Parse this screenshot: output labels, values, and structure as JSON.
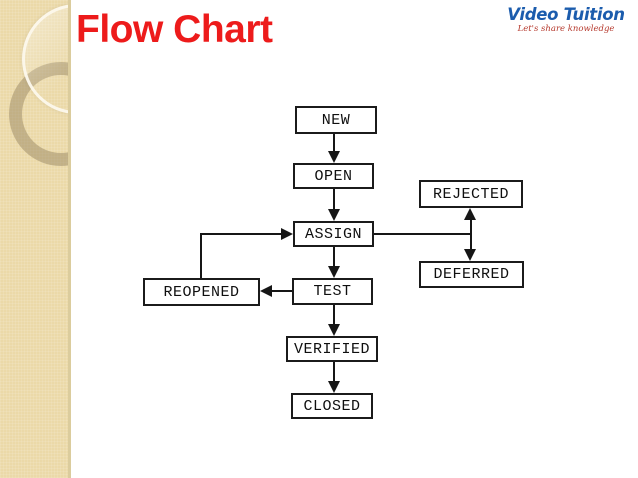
{
  "slide": {
    "title": "Flow Chart",
    "logo": {
      "brand": "Video Tuition",
      "tagline": "Let's share knowledge"
    }
  },
  "colors": {
    "title_red": "#ed1b1b",
    "logo_blue": "#1b5cad",
    "tagline_red": "#b5382c",
    "sidebar_beige": "#ebd9a8",
    "line_black": "#161616",
    "node_bg": "#ffffff",
    "node_border": "#1b1b1b"
  },
  "flowchart": {
    "type": "flowchart",
    "nodes": [
      {
        "id": "new",
        "label": "NEW"
      },
      {
        "id": "open",
        "label": "OPEN"
      },
      {
        "id": "assign",
        "label": "ASSIGN"
      },
      {
        "id": "test",
        "label": "TEST"
      },
      {
        "id": "verified",
        "label": "VERIFIED"
      },
      {
        "id": "closed",
        "label": "CLOSED"
      },
      {
        "id": "rejected",
        "label": "REJECTED"
      },
      {
        "id": "deferred",
        "label": "DEFERRED"
      },
      {
        "id": "reopened",
        "label": "REOPENED"
      }
    ],
    "edges": [
      {
        "from": "NEW",
        "to": "OPEN",
        "style": "arrow-down"
      },
      {
        "from": "OPEN",
        "to": "ASSIGN",
        "style": "arrow-down"
      },
      {
        "from": "ASSIGN",
        "to": "TEST",
        "style": "arrow-down"
      },
      {
        "from": "TEST",
        "to": "VERIFIED",
        "style": "arrow-down"
      },
      {
        "from": "VERIFIED",
        "to": "CLOSED",
        "style": "arrow-down"
      },
      {
        "from": "TEST",
        "to": "REOPENED",
        "style": "arrow-left"
      },
      {
        "from": "REOPENED",
        "to": "ASSIGN",
        "style": "elbow-arrow-right"
      },
      {
        "from": "ASSIGN",
        "to": "REJECTED-DEFERRED junction",
        "style": "plain-line"
      },
      {
        "from": "REJECTED",
        "to": "DEFERRED",
        "style": "double-headed-arrow"
      }
    ]
  }
}
